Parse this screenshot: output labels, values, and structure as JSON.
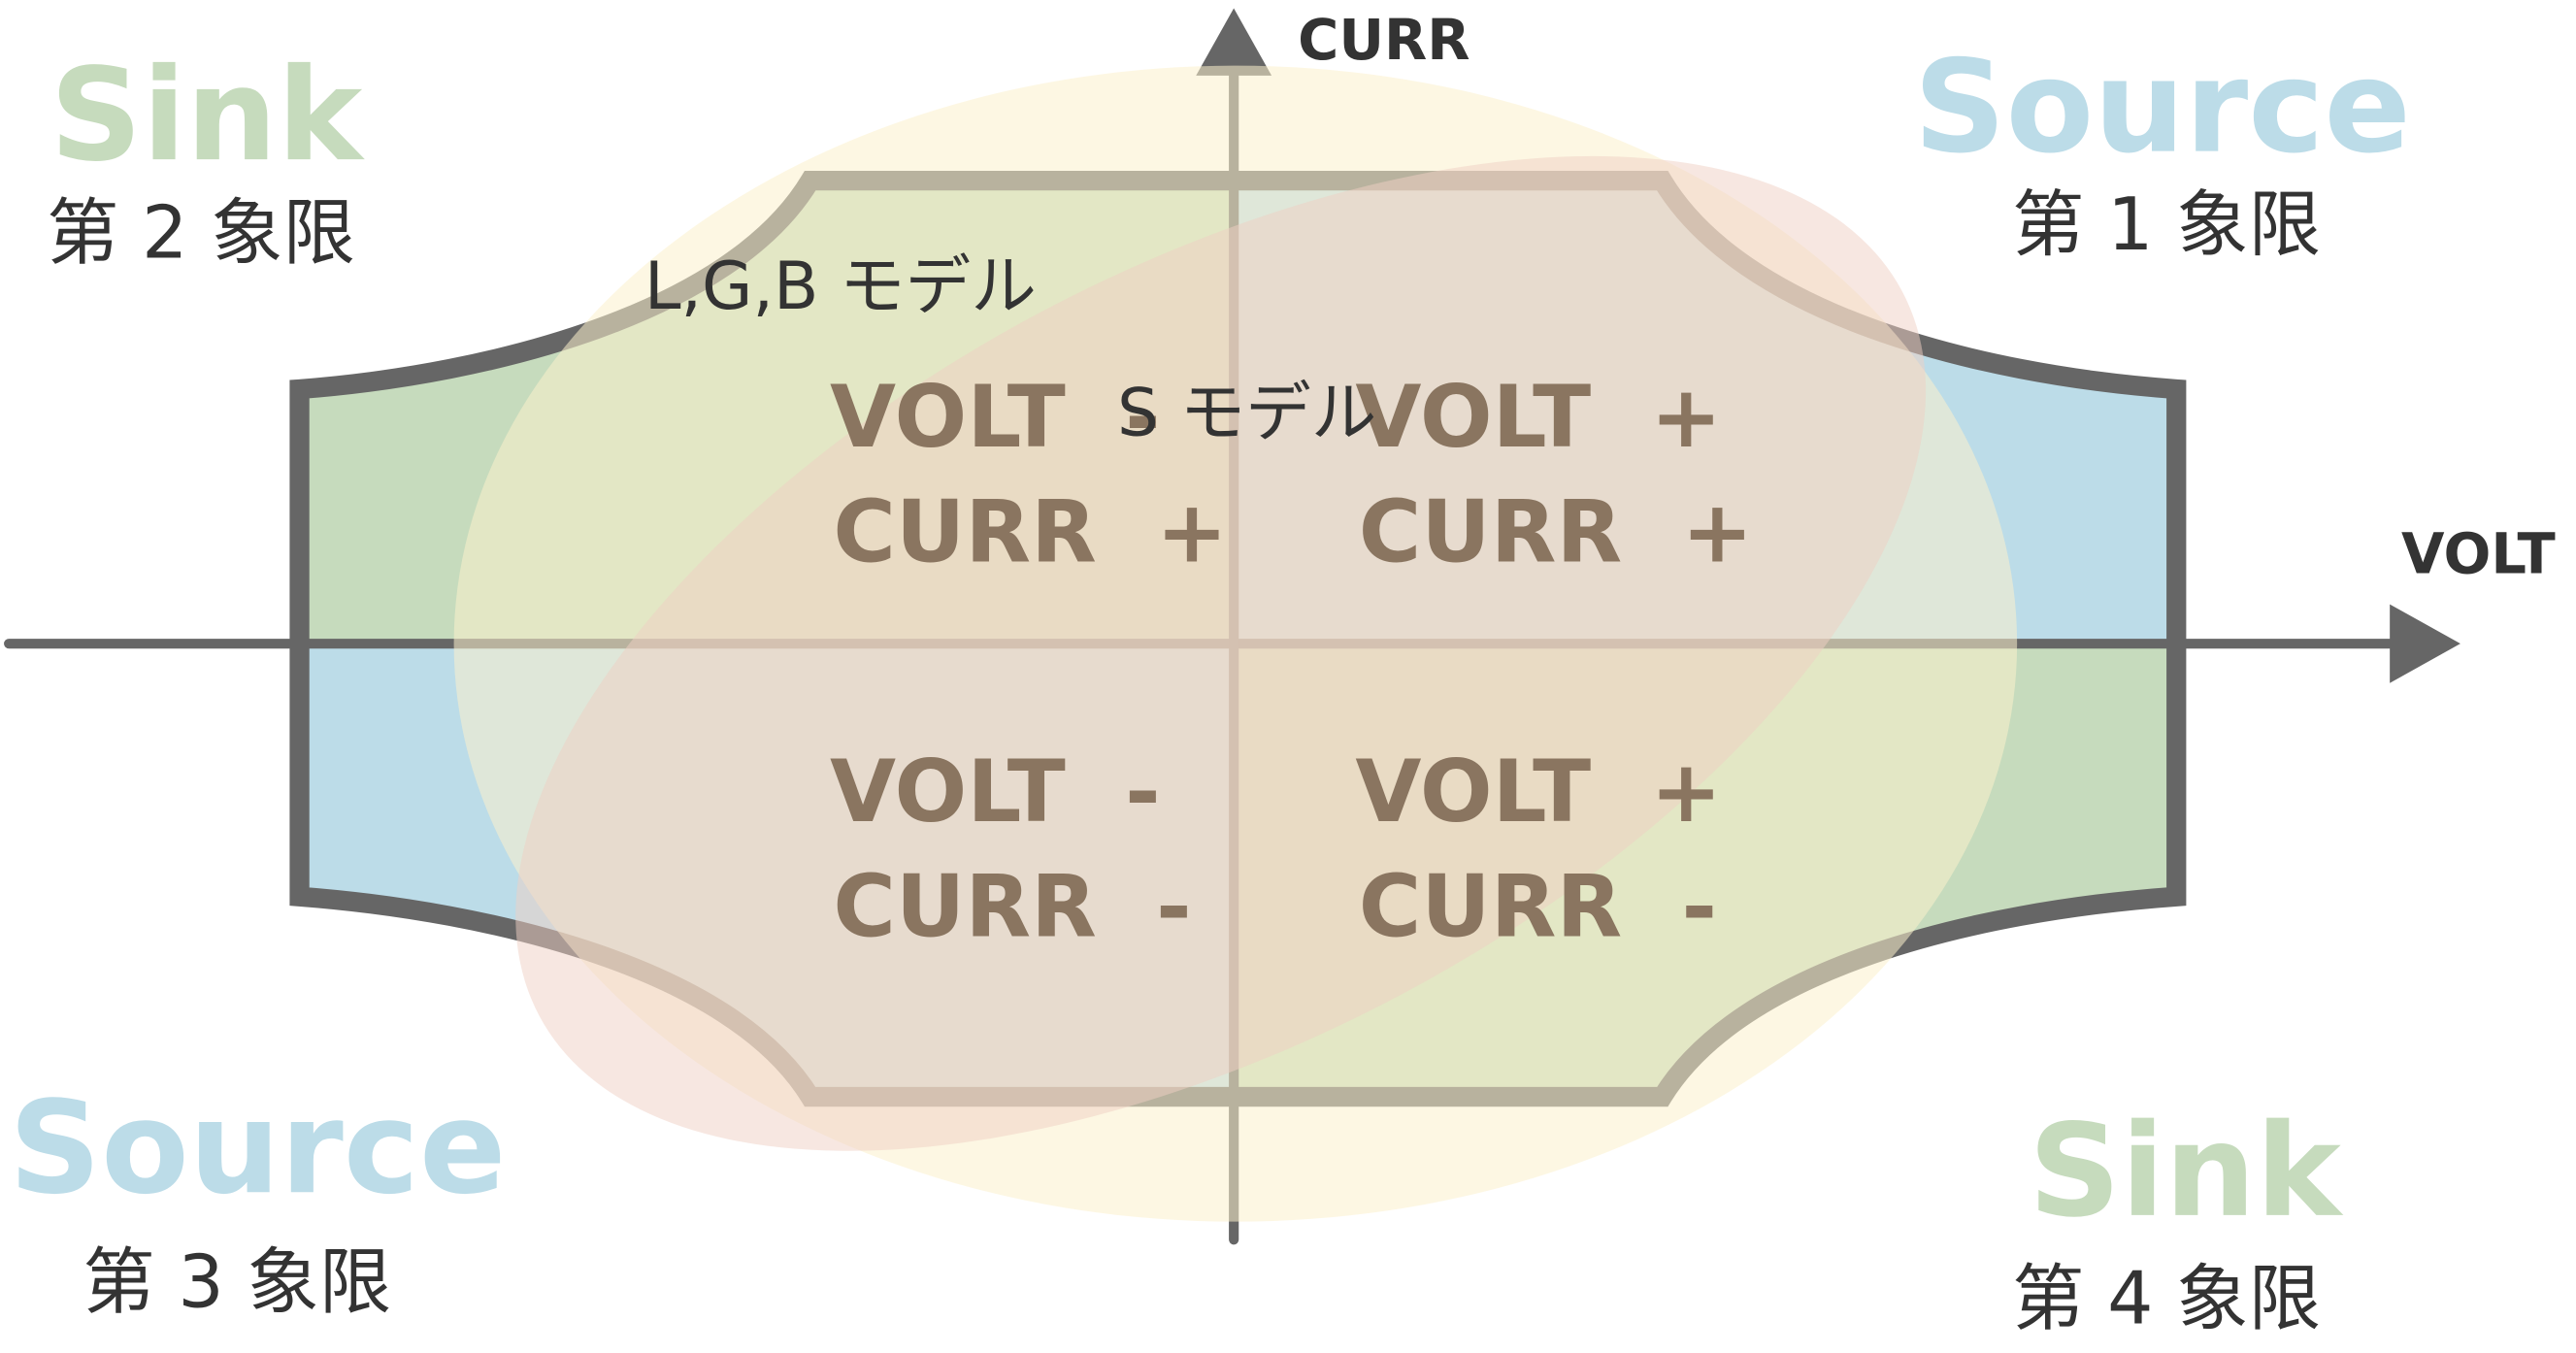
{
  "axes": {
    "x_label": "VOLT",
    "y_label": "CURR"
  },
  "quadrants": [
    {
      "id": 1,
      "role": "Source",
      "label": "第 1 象限",
      "volt": "VOLT  +",
      "curr": "CURR  +"
    },
    {
      "id": 2,
      "role": "Sink",
      "label": "第 2 象限",
      "volt": "VOLT  -",
      "curr": "CURR  +"
    },
    {
      "id": 3,
      "role": "Source",
      "label": "第 3 象限",
      "volt": "VOLT  -",
      "curr": "CURR  -"
    },
    {
      "id": 4,
      "role": "Sink",
      "label": "第 4 象限",
      "volt": "VOLT  +",
      "curr": "CURR  -"
    }
  ],
  "models": {
    "lgb": "L,G,B モデル",
    "s": "S モデル"
  },
  "colors": {
    "sink": "#c6dbbd",
    "source": "#bcdce8",
    "outline": "#666666",
    "vc_text": "#8a7560",
    "lgb_ellipse": "#fbf1cc",
    "s_ellipse": "#efcfc4"
  }
}
